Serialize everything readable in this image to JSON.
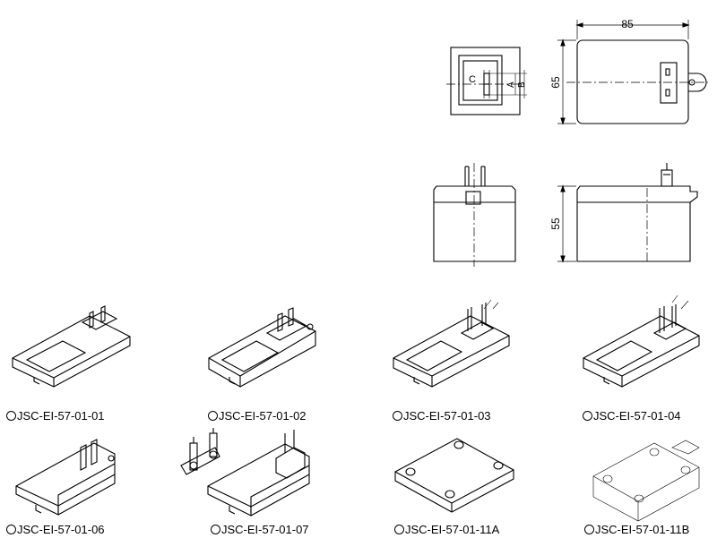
{
  "dimensions": {
    "width_label": "85",
    "height_label": "65",
    "depth_label": "55",
    "a_label": "A",
    "b_label": "B",
    "c_label": "C"
  },
  "models": [
    {
      "code": "JSC-EI-57-01-01"
    },
    {
      "code": "JSC-EI-57-01-02"
    },
    {
      "code": "JSC-EI-57-01-03"
    },
    {
      "code": "JSC-EI-57-01-04"
    },
    {
      "code": "JSC-EI-57-01-06"
    },
    {
      "code": "JSC-EI-57-01-07"
    },
    {
      "code": "JSC-EI-57-01-11A"
    },
    {
      "code": "JSC-EI-57-01-11B"
    }
  ]
}
